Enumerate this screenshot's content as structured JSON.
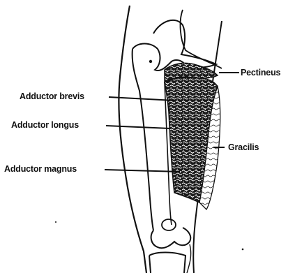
{
  "labels": {
    "pectineus": "Pectineus",
    "adductor_brevis": "Adductor brevis",
    "adductor_longus": "Adductor longus",
    "gracilis": "Gracilis",
    "adductor_magnus": "Adductor magnus"
  },
  "colors": {
    "ink": "#111111",
    "background": "#ffffff",
    "muscle": "#1a1a1a"
  }
}
